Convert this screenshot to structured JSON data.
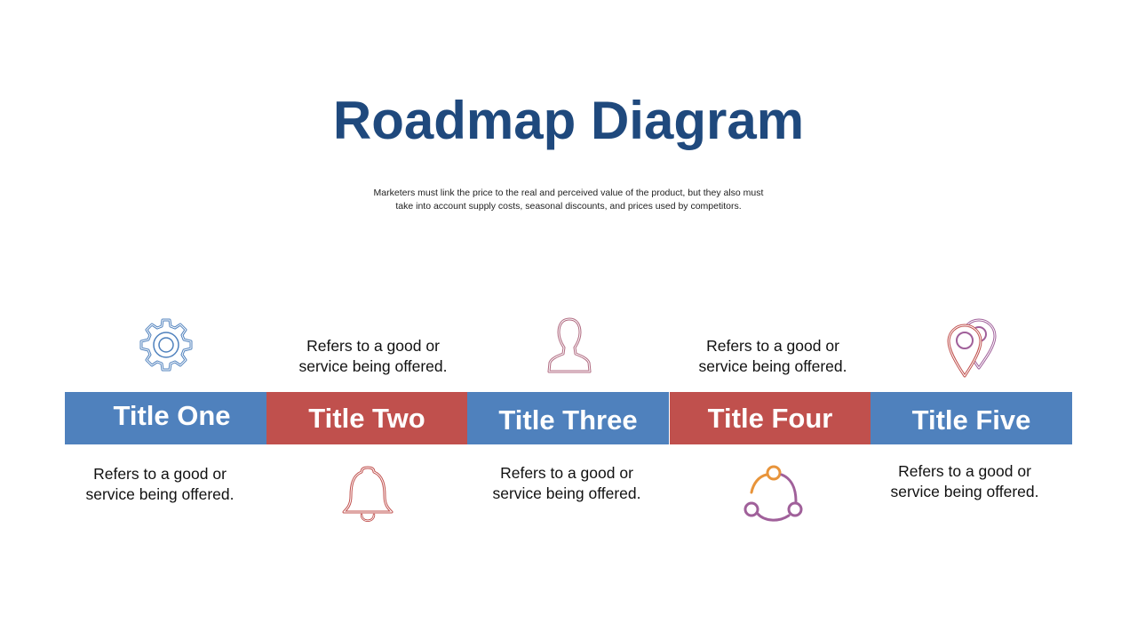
{
  "slide": {
    "title": "Roadmap Diagram",
    "subtitle_line1": "Marketers must link the price to the real and perceived value of the product, but they also must",
    "subtitle_line2": "take into account supply costs, seasonal discounts, and prices used by competitors."
  },
  "colors": {
    "title": "#1f497d",
    "blue": "#4f81bd",
    "red": "#c0504d"
  },
  "steps": [
    {
      "title": "Title One",
      "desc_line1": "Refers to a good or",
      "desc_line2": "service being offered.",
      "icon": "gear-icon",
      "color": "blue"
    },
    {
      "title": "Title Two",
      "desc_line1": "Refers to a good or",
      "desc_line2": "service being offered.",
      "icon": "bell-icon",
      "color": "red"
    },
    {
      "title": "Title Three",
      "desc_line1": "Refers to a good or",
      "desc_line2": "service being offered.",
      "icon": "person-icon",
      "color": "blue"
    },
    {
      "title": "Title Four",
      "desc_line1": "Refers to a good or",
      "desc_line2": "service being offered.",
      "icon": "cycle-icon",
      "color": "red"
    },
    {
      "title": "Title Five",
      "desc_line1": "Refers to a good or",
      "desc_line2": "service being offered.",
      "icon": "location-icon",
      "color": "blue"
    }
  ]
}
